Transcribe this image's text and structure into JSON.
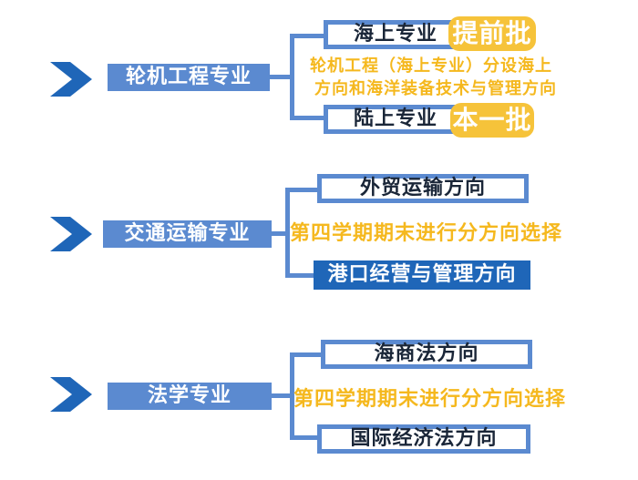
{
  "groups": [
    {
      "major": "轮机工程专业",
      "branches": [
        "海上专业",
        "陆上专业"
      ],
      "batches": [
        "提前批",
        "本一批"
      ],
      "note_lines": [
        "轮机工程（海上专业）分设海上",
        "方向和海洋装备技术与管理方向"
      ]
    },
    {
      "major": "交通运输专业",
      "branches": [
        "外贸运输方向",
        "港口经营与管理方向"
      ],
      "note": "第四学期期末进行分方向选择"
    },
    {
      "major": "法学专业",
      "branches": [
        "海商法方向",
        "国际经济法方向"
      ],
      "note": "第四学期期末进行分方向选择"
    }
  ],
  "colors": {
    "chevron": "#1f66b8",
    "major_bg": "#5b8ad0",
    "connector": "#5b8ad0",
    "branch_border": "#5b8ad0",
    "highlight_bg": "#1f66b8",
    "note_text": "#f5b81e",
    "batch_bg": "#f6c33a"
  }
}
